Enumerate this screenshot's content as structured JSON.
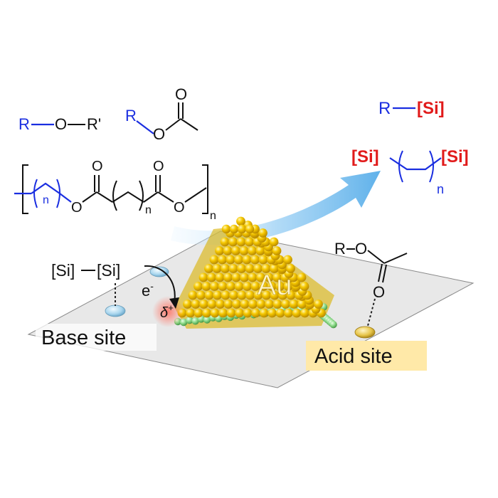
{
  "molecules": {
    "ether": {
      "R": "R",
      "O": "O",
      "R_prime": "R'"
    },
    "ester": {
      "R": "R",
      "O_single": "O",
      "O_double": "O"
    },
    "polyester": {
      "n_inner": "n",
      "O1": "O",
      "O2": "O",
      "n_middle": "n",
      "O3": "O",
      "O4": "O",
      "n_outer": "n"
    },
    "ester_adsorbed": {
      "R": "R",
      "O_single": "O",
      "O_double": "O"
    }
  },
  "products": {
    "silyl": {
      "R": "R",
      "Si": "[Si]"
    },
    "bis_silyl": {
      "Si_left": "[Si]",
      "Si_right": "[Si]",
      "n": "n"
    }
  },
  "reagent": {
    "Si_left": "[Si]",
    "Si_right": "[Si]"
  },
  "electron_label": {
    "e": "e",
    "sup": "-"
  },
  "delta_label": {
    "delta": "δ",
    "sup": "+"
  },
  "particle_label": "Au",
  "base_site_label": "Base site",
  "acid_site_label": "Acid site",
  "colors": {
    "blue": "#1a2ee0",
    "red": "#e11b1b",
    "gold": "#f5c400",
    "green_support": "#8fdc8c",
    "surface": "#e6e6e6",
    "highlight": "#ffe9a8"
  }
}
